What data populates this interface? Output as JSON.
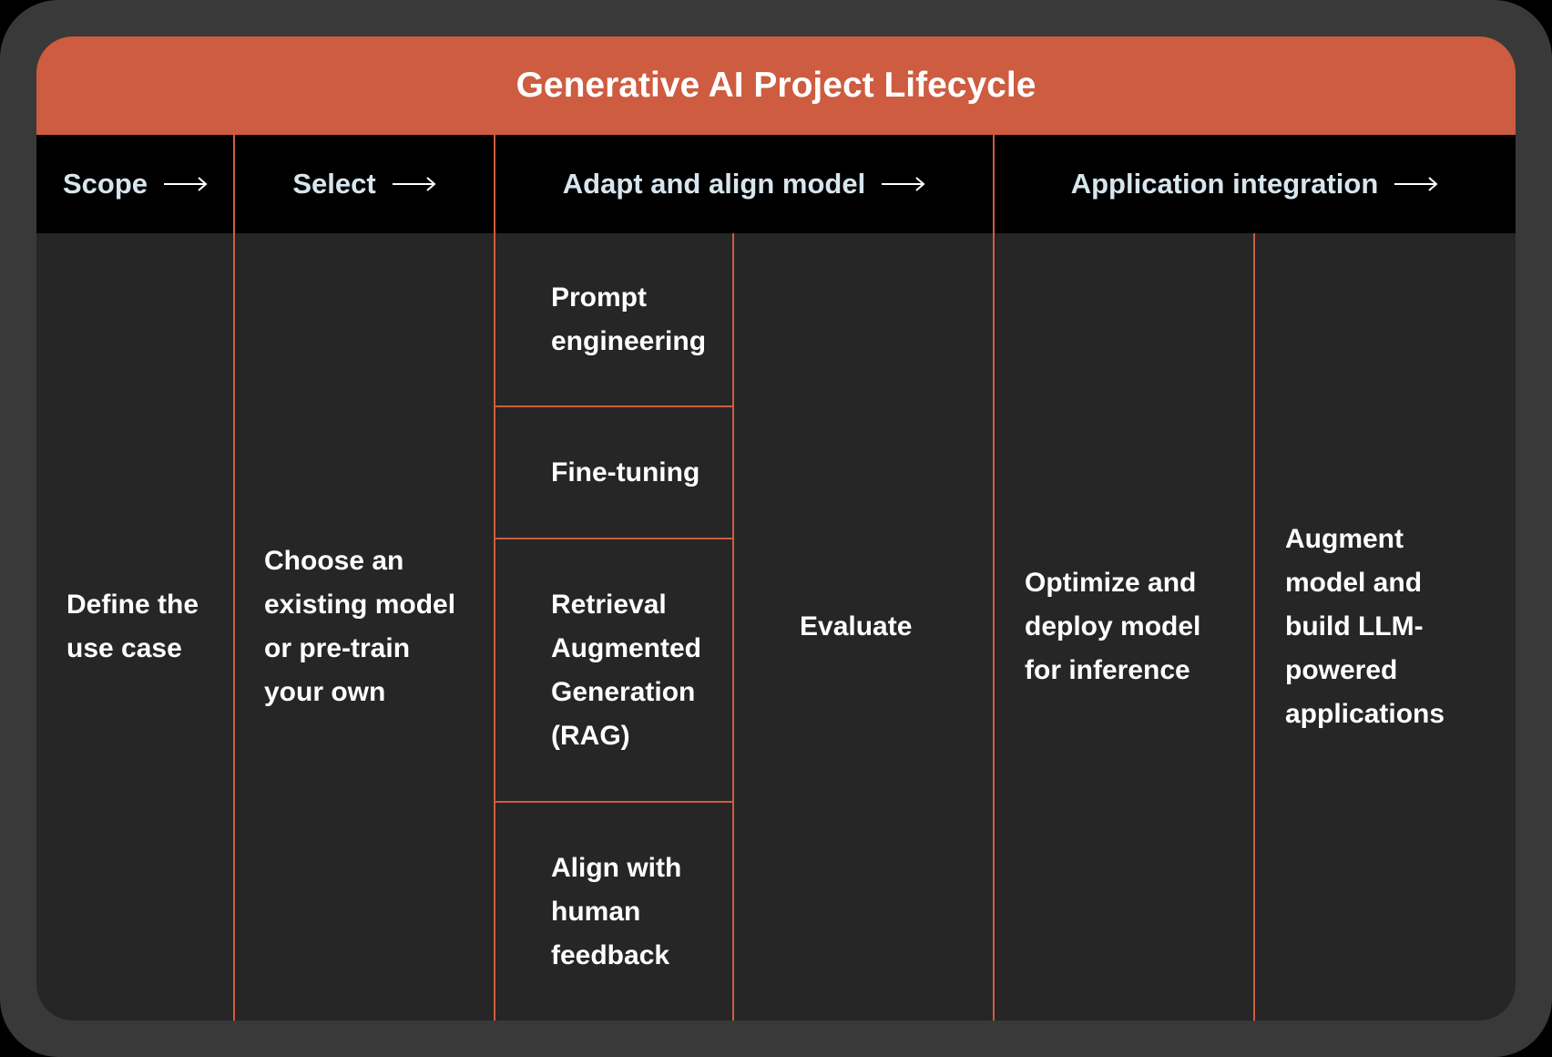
{
  "title": "Generative AI Project Lifecycle",
  "colors": {
    "accent": "#CE5C40",
    "frame": "#393939",
    "card": "#262626",
    "header_bg": "#000000",
    "header_text": "#D6E5EE",
    "body_text": "#FFFFFF"
  },
  "phases": [
    {
      "label": "Scope",
      "icon": "arrow-right-icon"
    },
    {
      "label": "Select",
      "icon": "arrow-right-icon"
    },
    {
      "label": "Adapt and align model",
      "icon": "arrow-right-icon"
    },
    {
      "label": "Application integration",
      "icon": "arrow-right-icon"
    }
  ],
  "scope": {
    "lines": [
      "Define the",
      "use case"
    ]
  },
  "select": {
    "lines": [
      "Choose an",
      "existing model",
      "or pre-train",
      "your own"
    ]
  },
  "adapt": {
    "techniques": [
      {
        "lines": [
          "Prompt",
          "engineering"
        ]
      },
      {
        "lines": [
          "Fine-tuning"
        ]
      },
      {
        "lines": [
          "Retrieval",
          "Augmented",
          "Generation",
          "(RAG)"
        ]
      },
      {
        "lines": [
          "Align with",
          "human",
          "feedback"
        ]
      }
    ],
    "evaluate": {
      "lines": [
        "Evaluate"
      ]
    }
  },
  "application": {
    "optimize": {
      "lines": [
        "Optimize and",
        "deploy model",
        "for inference"
      ]
    },
    "augment": {
      "lines": [
        "Augment",
        "model and",
        "build LLM-",
        "powered",
        "applications"
      ]
    }
  }
}
